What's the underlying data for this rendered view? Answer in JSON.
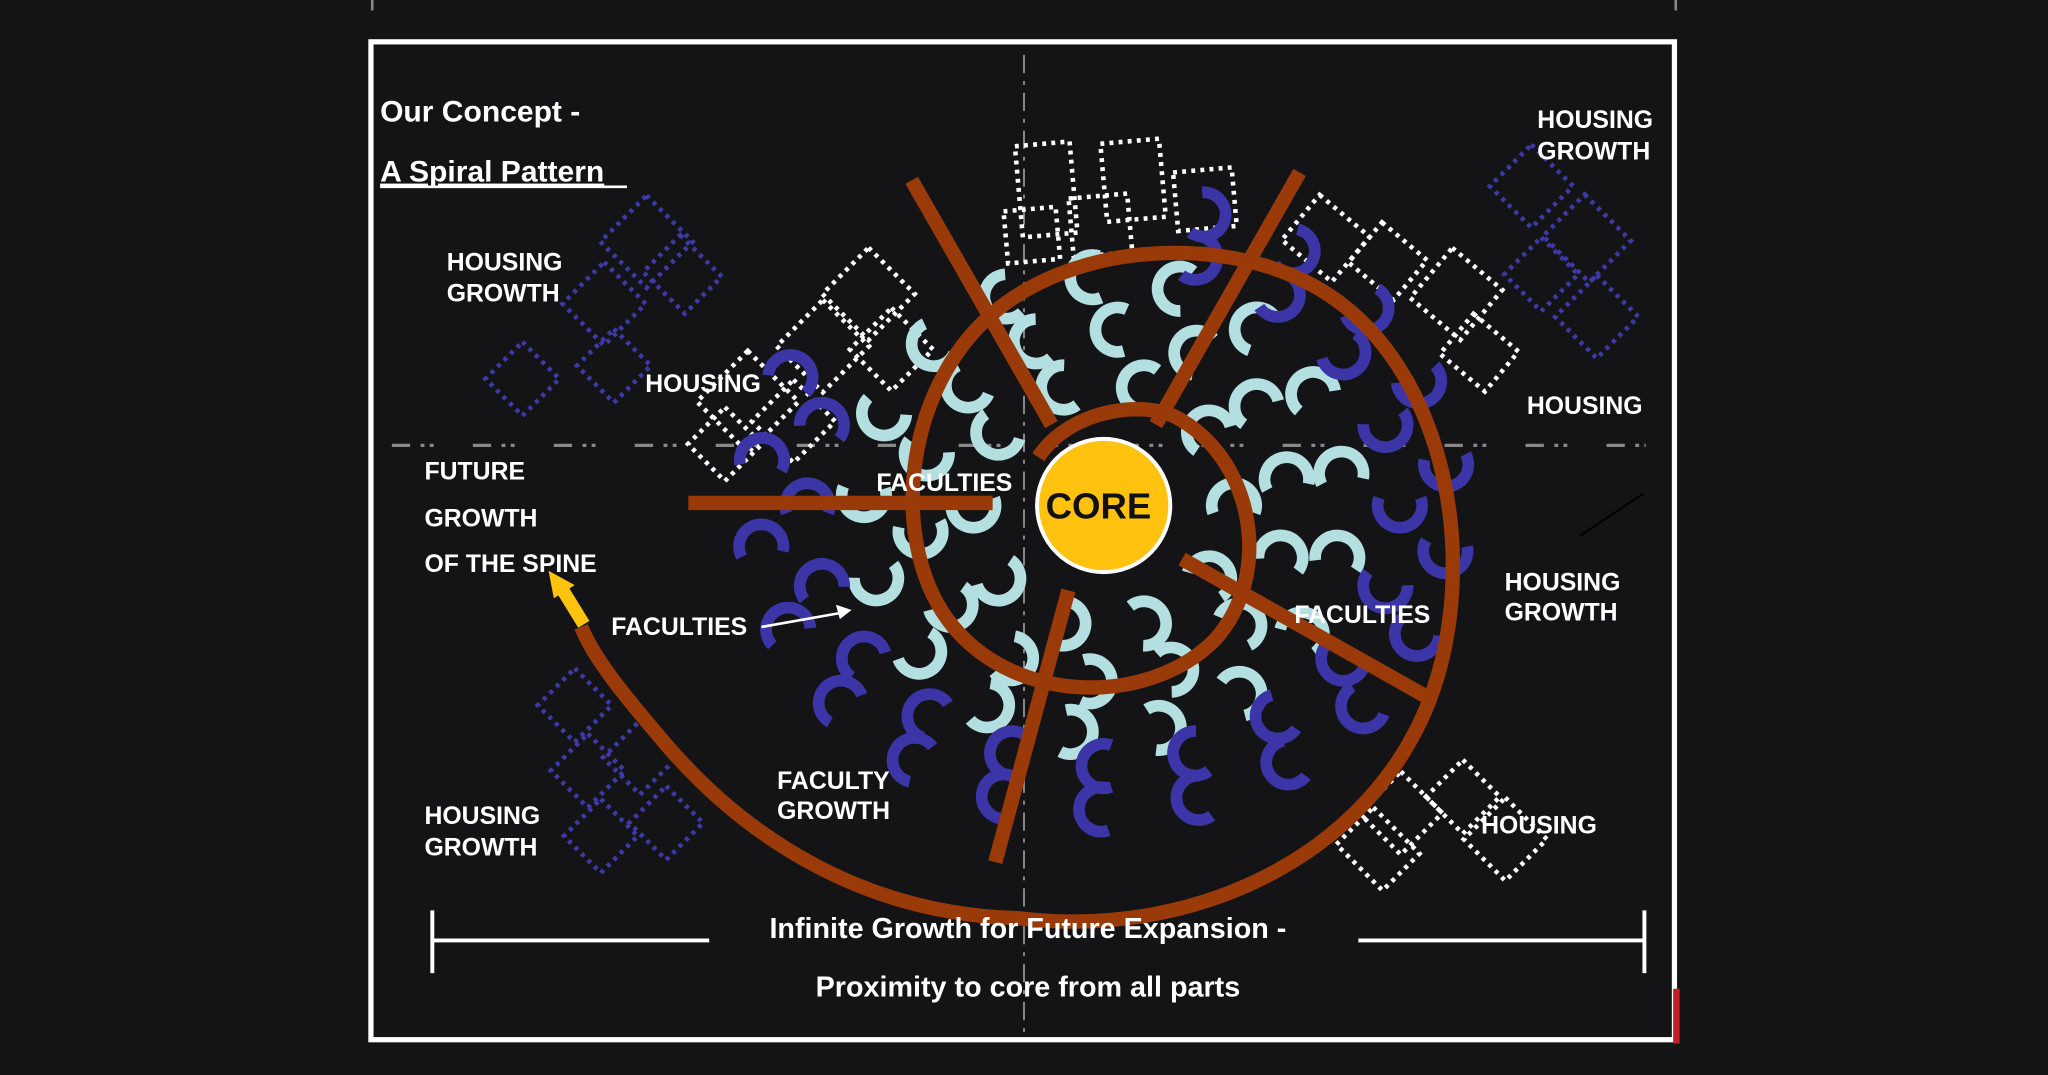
{
  "title": {
    "line1": "Our Concept -",
    "line2": "A Spiral Pattern"
  },
  "core_label": "CORE",
  "labels": {
    "housing_growth_top_left": [
      "HOUSING",
      "GROWTH"
    ],
    "housing_left": "HOUSING",
    "future_spine": [
      "FUTURE",
      "GROWTH",
      "OF THE SPINE"
    ],
    "faculties_center": "FACULTIES",
    "faculties_left": "FACULTIES",
    "faculties_right": "FACULTIES",
    "housing_growth_top_right": [
      "HOUSING",
      "GROWTH"
    ],
    "housing_right": "HOUSING",
    "housing_growth_right": [
      "HOUSING",
      "GROWTH"
    ],
    "housing_growth_bottom_left": [
      "HOUSING",
      "GROWTH"
    ],
    "faculty_growth": [
      "FACULTY",
      "GROWTH"
    ],
    "housing_bottom_right": "HOUSING"
  },
  "footer": {
    "line1": "Infinite Growth for Future Expansion -",
    "line2": "Proximity to core from all parts"
  },
  "colors": {
    "background": "#141417",
    "spine": "#9a3a08",
    "core": "#ffc20e",
    "faculty": "#b3dfe0",
    "faculty_growth": "#3b35a8",
    "housing_growth": "#3d3aa8"
  }
}
